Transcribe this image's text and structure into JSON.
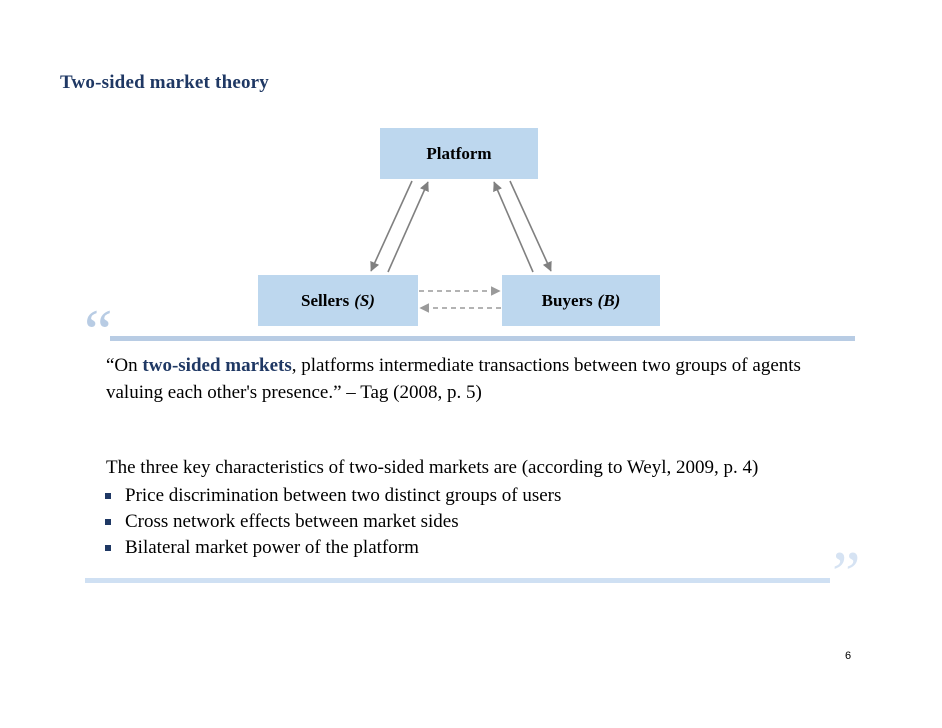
{
  "slide": {
    "title": "Two-sided market theory",
    "page_number": "6"
  },
  "diagram": {
    "nodes": [
      {
        "id": "platform",
        "label": "Platform",
        "symbol": ""
      },
      {
        "id": "sellers",
        "label": "Sellers",
        "symbol": "(S)"
      },
      {
        "id": "buyers",
        "label": "Buyers",
        "symbol": "(B)"
      }
    ],
    "edges": [
      {
        "from": "sellers",
        "to": "platform",
        "style": "solid"
      },
      {
        "from": "platform",
        "to": "sellers",
        "style": "solid"
      },
      {
        "from": "buyers",
        "to": "platform",
        "style": "solid"
      },
      {
        "from": "platform",
        "to": "buyers",
        "style": "solid"
      },
      {
        "from": "sellers",
        "to": "buyers",
        "style": "dashed"
      },
      {
        "from": "buyers",
        "to": "sellers",
        "style": "dashed"
      }
    ],
    "colors": {
      "box_fill": "#bdd7ee",
      "solid_arrow": "#808080",
      "dashed_arrow": "#9a9a9a"
    }
  },
  "quote": {
    "open_mark": "“",
    "close_mark": "”",
    "lead": "“On ",
    "highlight": "two-sided markets",
    "rest": ", platforms intermediate transactions between two groups of agents valuing each other's presence.” – Tag (2008, p. 5)",
    "highlight_color": "#1f3864",
    "rule_color": "#b8cce4"
  },
  "characteristics": {
    "intro": "The three key characteristics of two-sided markets are (according to Weyl, 2009, p. 4)",
    "bullets": [
      "Price discrimination between two distinct groups of users",
      "Cross network effects between market sides",
      "Bilateral market power of the platform"
    ],
    "bullet_color": "#1f3864"
  }
}
